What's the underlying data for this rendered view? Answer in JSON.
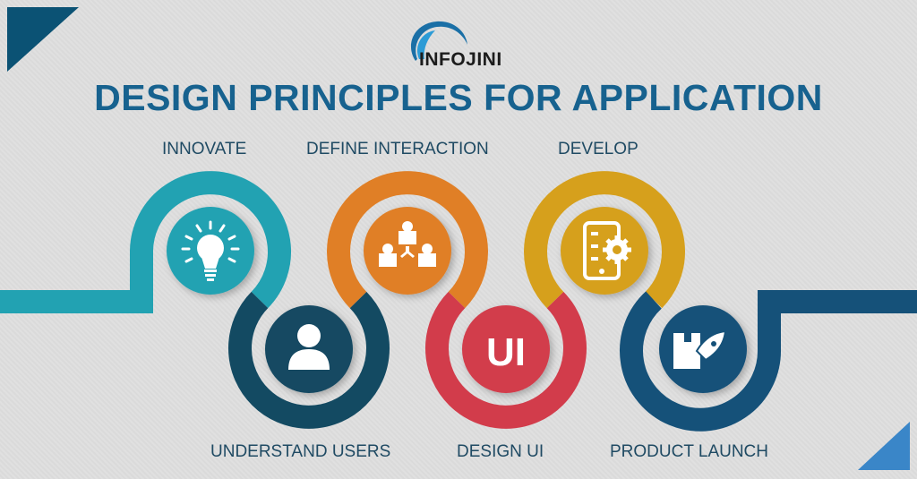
{
  "logo": {
    "text": "INFOJINI",
    "icon": "swoosh-ring-icon"
  },
  "title": "DESIGN PRINCIPLES FOR APPLICATION",
  "colors": {
    "background": "#dedede",
    "title": "#17628f",
    "label": "#1f4a63",
    "corner_top_left": "#0b5274",
    "corner_bottom_right": "#3a86c8"
  },
  "steps": [
    {
      "label": "INNOVATE",
      "position": "top",
      "color": "#22a2b2",
      "icon": "lightbulb-icon"
    },
    {
      "label": "UNDERSTAND USERS",
      "position": "bottom",
      "color": "#134a62",
      "icon": "user-icon"
    },
    {
      "label": "DEFINE INTERACTION",
      "position": "top",
      "color": "#e07f26",
      "icon": "org-chart-icon"
    },
    {
      "label": "DESIGN UI",
      "position": "bottom",
      "color": "#d23c4b",
      "icon": "ui-text-icon",
      "icon_text": "UI"
    },
    {
      "label": "DEVELOP",
      "position": "top",
      "color": "#d6a01c",
      "icon": "mobile-settings-icon"
    },
    {
      "label": "PRODUCT LAUNCH",
      "position": "bottom",
      "color": "#155179",
      "icon": "rocket-launch-icon"
    }
  ]
}
